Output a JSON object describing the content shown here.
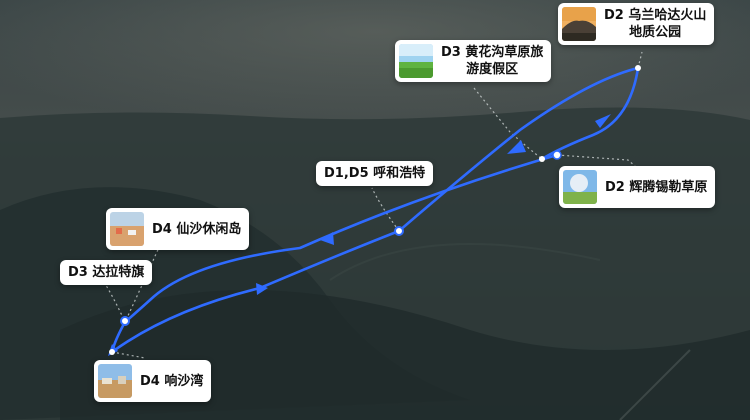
{
  "map": {
    "route_color": "#2f6bff",
    "stops": [
      {
        "id": "hohhot",
        "name": "D1,D5 呼和浩特"
      },
      {
        "id": "ulanhada",
        "name": "D2 乌兰哈达火山地质公园",
        "lines": [
          "D2 乌兰哈达火山",
          "地质公园"
        ],
        "thumb": "volcano-photo"
      },
      {
        "id": "huiteng",
        "name": "D2 辉腾锡勒草原",
        "thumb": "grassland-sky-photo"
      },
      {
        "id": "huanghua",
        "name": "D3 黄花沟草原旅游度假区",
        "lines": [
          "D3 黄花沟草原旅",
          "游度假区"
        ],
        "thumb": "grassland-photo"
      },
      {
        "id": "dalate",
        "name": "D3 达拉特旗"
      },
      {
        "id": "xiansha",
        "name": "D4 仙沙休闲岛",
        "thumb": "desert-resort-photo"
      },
      {
        "id": "xiangsha",
        "name": "D4 响沙湾",
        "thumb": "desert-town-photo"
      }
    ]
  }
}
